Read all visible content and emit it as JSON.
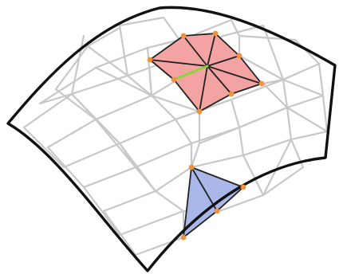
{
  "figure": {
    "kind": "triangulated-surface-mesh",
    "colors": {
      "background": "#ffffff",
      "boundary": "#111111",
      "mesh_edge": "#c8c8c8",
      "red_patch_fill": "#f4a3a3",
      "blue_patch_fill": "#a9b8e8",
      "highlight_edge": "#8cd23c",
      "vertex_marker": "#f0913c"
    },
    "regions": [
      {
        "name": "red-patch",
        "description_color": "red",
        "triangle_count": 8
      },
      {
        "name": "blue-patch",
        "description_color": "blue",
        "triangle_count": 2
      }
    ]
  }
}
